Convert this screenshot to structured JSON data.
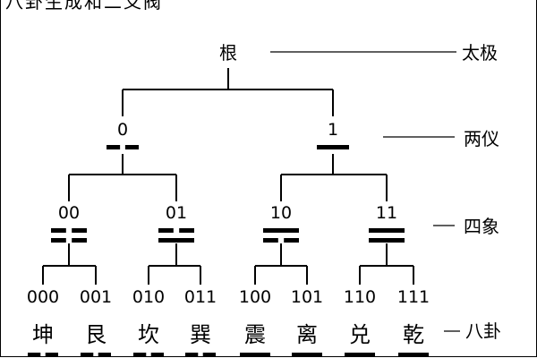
{
  "title": "八卦生成和二爻阀",
  "root": "根",
  "levels": [
    "太极",
    "两仪",
    "四象",
    "八卦"
  ],
  "liangyi": [
    {
      "code": "0",
      "yao": [
        0
      ]
    },
    {
      "code": "1",
      "yao": [
        1
      ]
    }
  ],
  "sixiang": [
    {
      "code": "00",
      "yao": [
        0,
        0
      ]
    },
    {
      "code": "01",
      "yao": [
        0,
        1
      ]
    },
    {
      "code": "10",
      "yao": [
        1,
        0
      ]
    },
    {
      "code": "11",
      "yao": [
        1,
        1
      ]
    }
  ],
  "bagua": [
    {
      "code": "000",
      "name": "坤"
    },
    {
      "code": "001",
      "name": "艮"
    },
    {
      "code": "010",
      "name": "坎"
    },
    {
      "code": "011",
      "name": "巽"
    },
    {
      "code": "100",
      "name": "震"
    },
    {
      "code": "101",
      "name": "离"
    },
    {
      "code": "110",
      "name": "兑"
    },
    {
      "code": "111",
      "name": "乾"
    }
  ]
}
